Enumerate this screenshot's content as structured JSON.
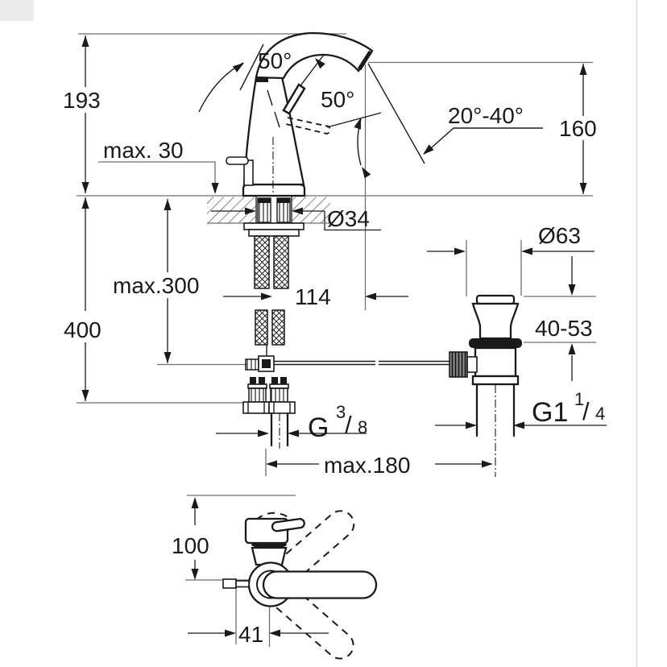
{
  "drawing": {
    "title": "faucet-installation-dimension-drawing",
    "labels": {
      "overall_height": "193",
      "max_deck_thickness": "max. 30",
      "below_deck_depth": "400",
      "max_hose_length": "max.300",
      "spout_reach": "114",
      "shank_diameter": "Ø34",
      "handle_swivel_angle": "50°",
      "handle_lift_angle": "50°",
      "spray_angle_range": "20°-40°",
      "spout_outlet_height": "160",
      "waste_flange_diameter": "Ø63",
      "waste_height_range": "40-53",
      "supply_thread": {
        "base": "G",
        "numerator": "3",
        "slash": "/",
        "denominator": "8"
      },
      "waste_thread": {
        "base": "G1",
        "numerator": "1",
        "slash": "/",
        "denominator": "4"
      },
      "max_waste_distance": "max.180",
      "top_view_height": "100",
      "rod_offset": "41"
    },
    "colors": {
      "line": "#1a1a1a",
      "ref": "#6e6e6e",
      "bg": "#ffffff"
    }
  }
}
